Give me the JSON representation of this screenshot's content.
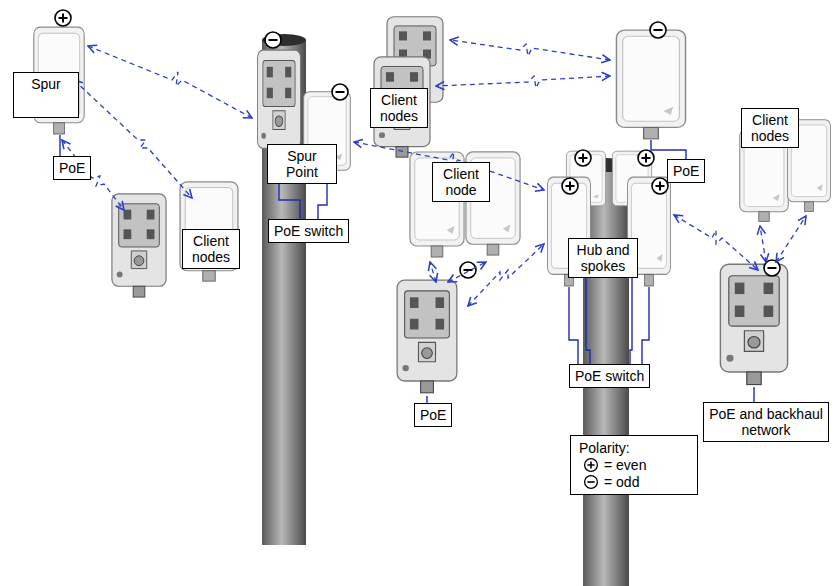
{
  "diagram": {
    "nodes": [
      {
        "text": [
          "Spur"
        ]
      },
      {
        "text": [
          "PoE"
        ]
      },
      {
        "text": [
          "Client nodes"
        ]
      },
      {
        "text": [
          "Spur Point"
        ]
      },
      {
        "text": [
          "PoE switch"
        ]
      },
      {
        "text": [
          "Client nodes"
        ]
      },
      {
        "text": [
          "PoE"
        ]
      },
      {
        "text": [
          "Client node"
        ]
      },
      {
        "text": [
          "Hub and spokes"
        ]
      },
      {
        "text": [
          "PoE"
        ]
      },
      {
        "text": [
          "PoE switch"
        ]
      },
      {
        "text": [
          "Client nodes"
        ]
      },
      {
        "text": [
          "PoE and backhaul network"
        ]
      }
    ],
    "labels": [
      "Polarity:"
    ],
    "legend": [
      {
        "text": "= even"
      },
      {
        "text": "= odd"
      }
    ]
  }
}
